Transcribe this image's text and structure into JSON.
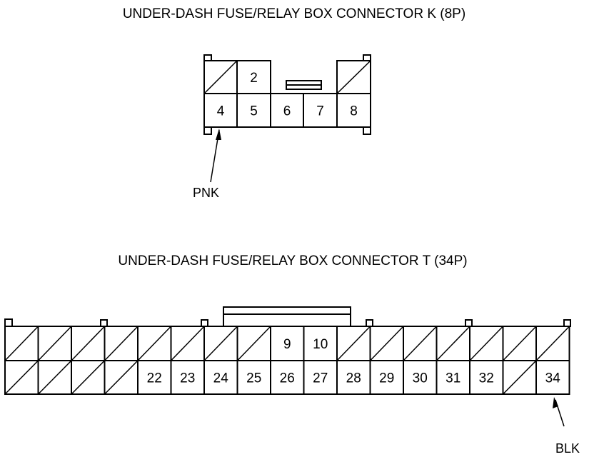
{
  "connector_k": {
    "title": "UNDER-DASH FUSE/RELAY BOX CONNECTOR K (8P)",
    "top_row": [
      "",
      "2",
      null,
      null,
      ""
    ],
    "bottom_row": [
      "4",
      "5",
      "6",
      "7",
      "8"
    ],
    "wire_label": "PNK",
    "wire_pin": "4"
  },
  "connector_t": {
    "title": "UNDER-DASH FUSE/RELAY BOX CONNECTOR T (34P)",
    "top_row": [
      "",
      "",
      "",
      "",
      "",
      "",
      "",
      "",
      "9",
      "10",
      "",
      "",
      "",
      "",
      "",
      "",
      ""
    ],
    "bottom_row": [
      "",
      "",
      "",
      "",
      "22",
      "23",
      "24",
      "25",
      "26",
      "27",
      "28",
      "29",
      "30",
      "31",
      "32",
      "",
      "34"
    ],
    "wire_label": "BLK",
    "wire_pin": "34"
  },
  "colors": {
    "line": "#000000",
    "background": "#ffffff"
  }
}
